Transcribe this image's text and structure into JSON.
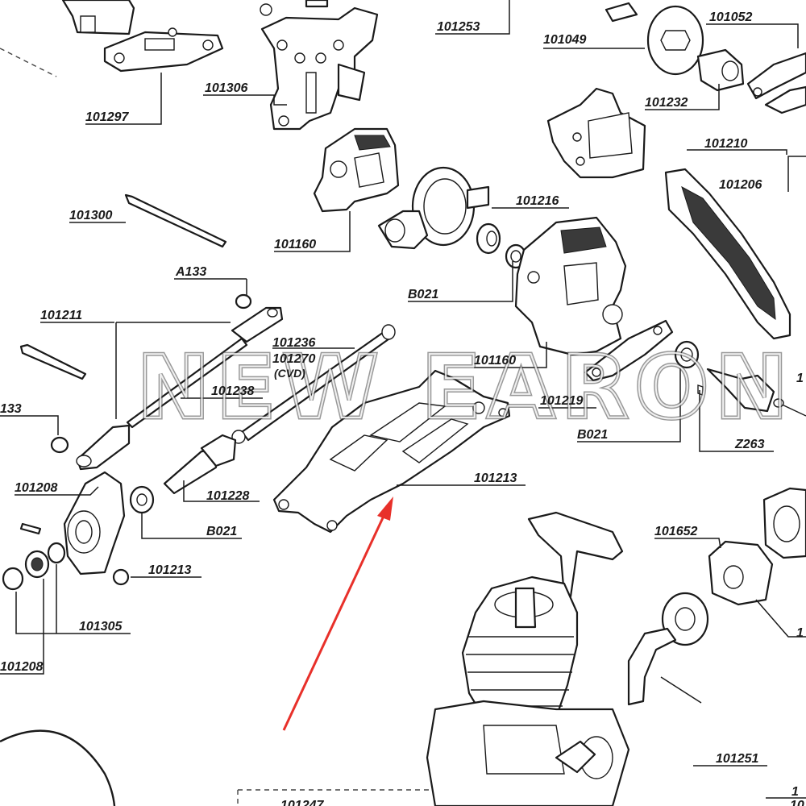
{
  "diagram": {
    "part_labels": [
      "101253",
      "101052",
      "101049",
      "101306",
      "101297",
      "101232",
      "101210",
      "101206",
      "101300",
      "101216",
      "101160",
      "A133",
      "B021",
      "101211",
      "101236",
      "101270",
      "(CVD)",
      "101238",
      "101160",
      "101219",
      "133",
      "B021",
      "Z263",
      "101208",
      "101228",
      "101213",
      "101652",
      "B021",
      "101213",
      "101305",
      "101208",
      "101251",
      "101247",
      "1",
      "1",
      "1",
      "10"
    ],
    "watermark": "NEW EARON",
    "colors": {
      "line": "#1a1a1a",
      "arrow": "#e8302a",
      "background": "#ffffff"
    }
  }
}
